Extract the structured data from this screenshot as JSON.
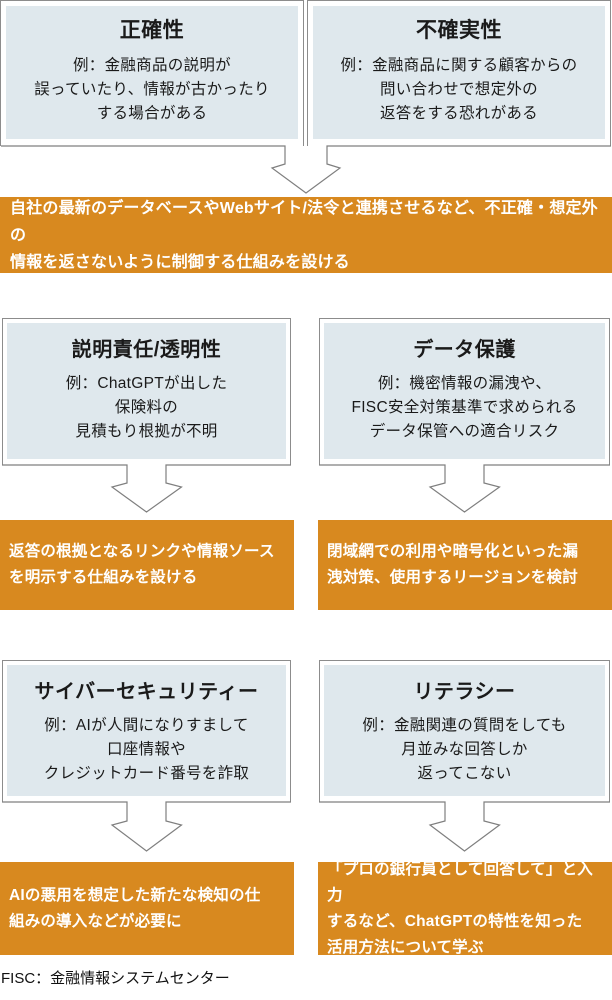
{
  "colors": {
    "accent_orange": "#d8891f",
    "risk_box_fill": "#dfe8ed",
    "frame_gray": "#8c8c8c",
    "measure_text": "#ffffff"
  },
  "sections": [
    {
      "risks": [
        {
          "title": "正確性",
          "body": "例：金融商品の説明が\n誤っていたり、情報が古かったり\nする場合がある"
        },
        {
          "title": "不確実性",
          "body": "例：金融商品に関する顧客からの\n問い合わせで想定外の\n返答をする恐れがある"
        }
      ],
      "measures": [
        "自社の最新のデータベースやWebサイト/法令と連携させるなど、不正確・想定外の\n情報を返さないように制御する仕組みを設ける"
      ]
    },
    {
      "risks": [
        {
          "title": "説明責任/透明性",
          "body": "例：ChatGPTが出した\n保険料の\n見積もり根拠が不明"
        },
        {
          "title": "データ保護",
          "body": "例：機密情報の漏洩や、\nFISC安全対策基準で求められる\nデータ保管への適合リスク"
        }
      ],
      "measures": [
        "返答の根拠となるリンクや情報ソース\nを明示する仕組みを設ける",
        "閉域網での利用や暗号化といった漏\n洩対策、使用するリージョンを検討"
      ]
    },
    {
      "risks": [
        {
          "title": "サイバーセキュリティー",
          "body": "例：AIが人間になりすまして\n口座情報や\nクレジットカード番号を詐取"
        },
        {
          "title": "リテラシー",
          "body": "例：金融関連の質問をしても\n月並みな回答しか\n返ってこない"
        }
      ],
      "measures": [
        "AIの悪用を想定した新たな検知の仕\n組みの導入などが必要に",
        "「プロの銀行員として回答して」と入力\nするなど、ChatGPTの特性を知った\n活用方法について学ぶ"
      ]
    }
  ],
  "footer": "FISC：金融情報システムセンター"
}
